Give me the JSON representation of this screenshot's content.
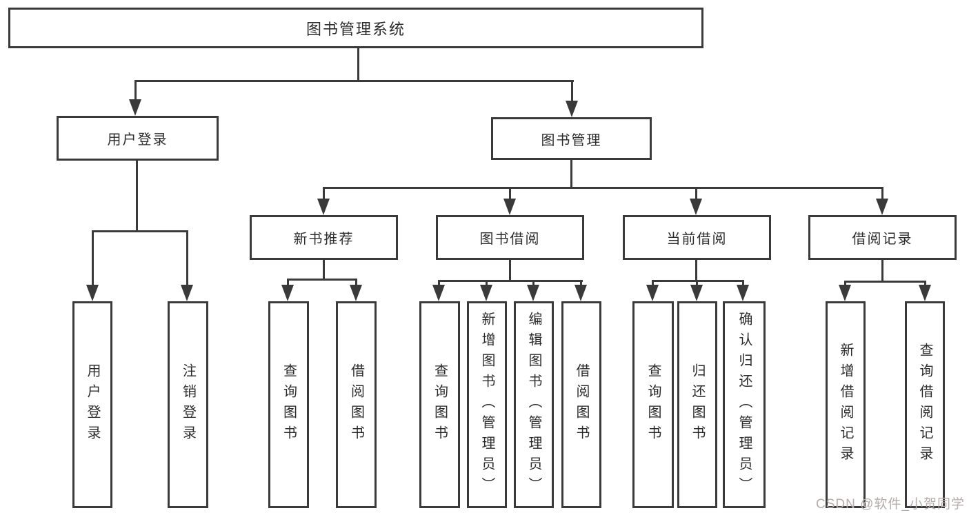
{
  "root": {
    "label": "图书管理系统"
  },
  "branches": [
    {
      "label": "用户登录",
      "children": [
        {
          "label": "用户登录"
        },
        {
          "label": "注销登录"
        }
      ]
    },
    {
      "label": "图书管理",
      "children": [
        {
          "label": "新书推荐",
          "children": [
            {
              "label": "查询图书"
            },
            {
              "label": "借阅图书"
            }
          ]
        },
        {
          "label": "图书借阅",
          "children": [
            {
              "label": "查询图书"
            },
            {
              "label": "新增图书（管理员）"
            },
            {
              "label": "编辑图书（管理员）"
            },
            {
              "label": "借阅图书"
            }
          ]
        },
        {
          "label": "当前借阅",
          "children": [
            {
              "label": "查询图书"
            },
            {
              "label": "归还图书"
            },
            {
              "label": "确认归还（管理员）"
            }
          ]
        },
        {
          "label": "借阅记录",
          "children": [
            {
              "label": "新增借阅记录"
            },
            {
              "label": "查询借阅记录"
            }
          ]
        }
      ]
    }
  ],
  "watermark": {
    "text": "CSDN @软件_小贺同学"
  },
  "colors": {
    "line": "#3a3a3a",
    "text": "#2c2c2c",
    "background": "#ffffff",
    "watermark": "#b7acac"
  }
}
